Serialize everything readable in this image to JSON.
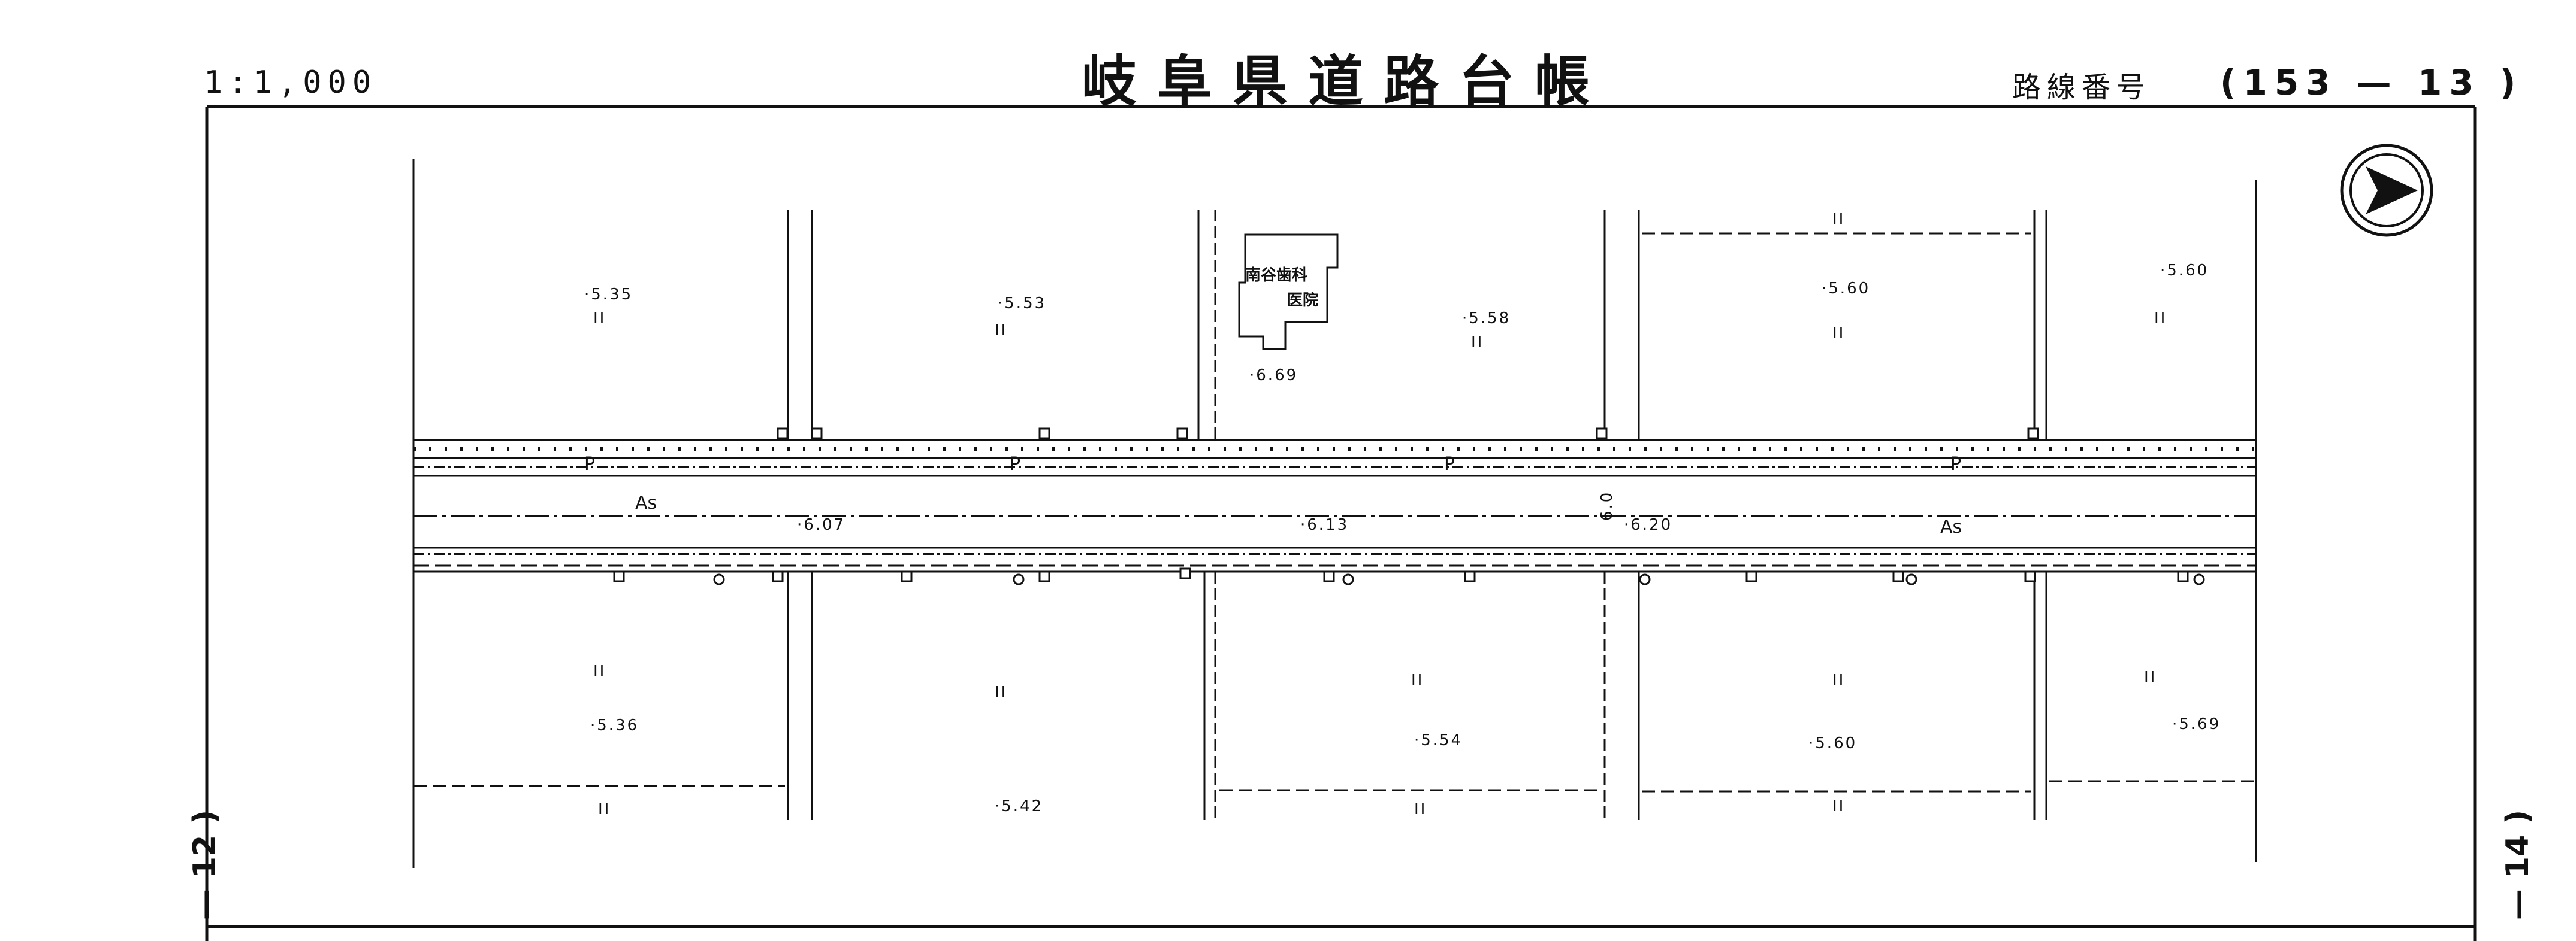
{
  "header": {
    "scale": "1:1,000",
    "title": "岐阜県道路台帳",
    "route_label": "路線番号",
    "route_number": "(153 — 13 )"
  },
  "sheet_refs": {
    "left": "— 12 )",
    "right": "— 14 )"
  },
  "map": {
    "building_name_line1": "南谷歯科",
    "building_name_line2": "医院",
    "road_surface_west": "As",
    "road_surface_east": "As",
    "parking_marks": [
      "P",
      "P",
      "P",
      "P"
    ],
    "carriageway_width": "6.0",
    "road_elevations": [
      "·6.07",
      "·6.13",
      "·6.20"
    ],
    "north_elevations": [
      "·5.35",
      "·5.53",
      "·6.69",
      "·5.58",
      "·5.60",
      "·5.60"
    ],
    "south_elevations": [
      "·5.36",
      "·5.42",
      "·5.54",
      "·5.60",
      "·5.69"
    ],
    "field_marks": [
      "II",
      "II",
      "II",
      "II",
      "II",
      "II",
      "II",
      "II",
      "II",
      "II",
      "II",
      "II",
      "II",
      "II"
    ],
    "north_arrow": "north-arrow"
  }
}
